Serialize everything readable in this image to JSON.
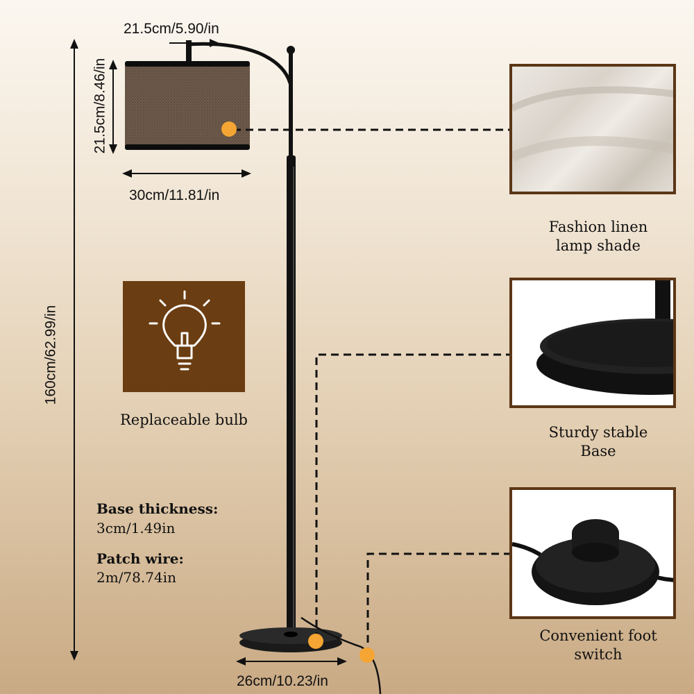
{
  "dimensions": {
    "shade_top_width": "21.5cm/5.90/in",
    "shade_height": "21.5cm/8.46/in",
    "shade_diameter": "30cm/11.81/in",
    "total_height": "160cm/62.99/in",
    "base_diameter": "26cm/10.23/in"
  },
  "features": [
    {
      "id": "shade",
      "caption_line1": "Fashion linen",
      "caption_line2": "lamp shade"
    },
    {
      "id": "base",
      "caption_line1": "Sturdy stable",
      "caption_line2": "Base"
    },
    {
      "id": "switch",
      "caption_line1": "Convenient foot",
      "caption_line2": "switch"
    }
  ],
  "bulb_caption": "Replaceable bulb",
  "specs": {
    "base_thickness_label": "Base thickness:",
    "base_thickness_value": "3cm/1.49in",
    "patch_wire_label": "Patch wire:",
    "patch_wire_value": "2m/78.74in"
  },
  "colors": {
    "panel_border": "#5b3616",
    "bulb_tile": "#6b3d12",
    "marker": "#f4a533",
    "lamp_black": "#111111"
  }
}
